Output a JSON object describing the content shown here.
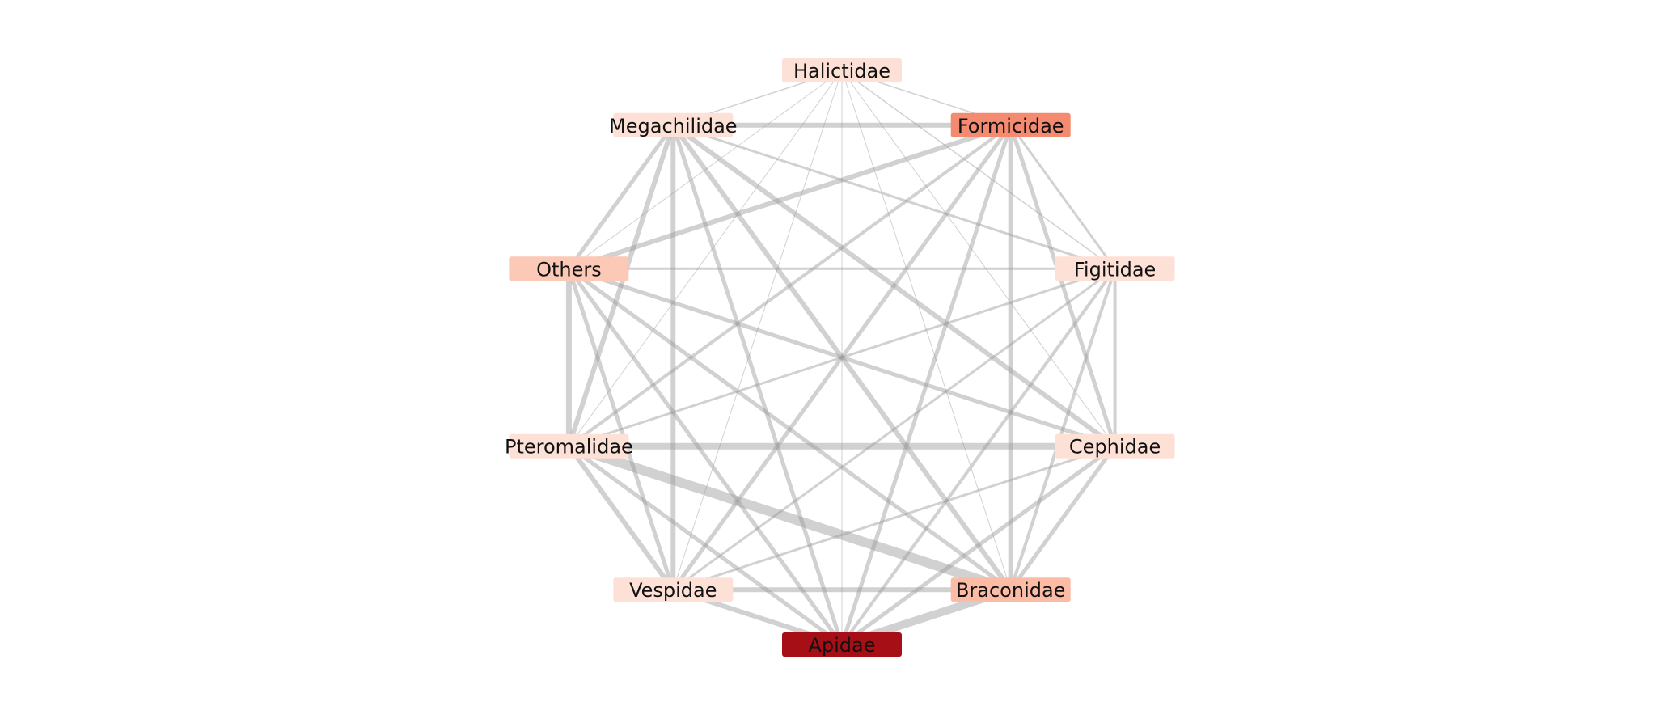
{
  "nodes": [
    {
      "id": "halictidae",
      "label": "Halictidae",
      "fill": "#fde0d6"
    },
    {
      "id": "formicidae",
      "label": "Formicidae",
      "fill": "#f48a70"
    },
    {
      "id": "figitidae",
      "label": "Figitidae",
      "fill": "#fde0d6"
    },
    {
      "id": "cephidae",
      "label": "Cephidae",
      "fill": "#fde0d6"
    },
    {
      "id": "braconidae",
      "label": "Braconidae",
      "fill": "#fbbba5"
    },
    {
      "id": "apidae",
      "label": "Apidae",
      "fill": "#a50f15"
    },
    {
      "id": "vespidae",
      "label": "Vespidae",
      "fill": "#fde0d6"
    },
    {
      "id": "pteromalidae",
      "label": "Pteromalidae",
      "fill": "#fde0d6"
    },
    {
      "id": "others",
      "label": "Others",
      "fill": "#fcc9b7"
    },
    {
      "id": "megachilidae",
      "label": "Megachilidae",
      "fill": "#fde0d6"
    }
  ],
  "edge_color": "#999999",
  "edges": [
    {
      "source": "halictidae",
      "target": "megachilidae",
      "weight": 1.5
    },
    {
      "source": "halictidae",
      "target": "formicidae",
      "weight": 1.5
    },
    {
      "source": "halictidae",
      "target": "others",
      "weight": 1
    },
    {
      "source": "halictidae",
      "target": "figitidae",
      "weight": 1.5
    },
    {
      "source": "halictidae",
      "target": "pteromalidae",
      "weight": 1
    },
    {
      "source": "halictidae",
      "target": "cephidae",
      "weight": 1
    },
    {
      "source": "halictidae",
      "target": "vespidae",
      "weight": 1
    },
    {
      "source": "halictidae",
      "target": "braconidae",
      "weight": 1
    },
    {
      "source": "halictidae",
      "target": "apidae",
      "weight": 1
    },
    {
      "source": "megachilidae",
      "target": "formicidae",
      "weight": 6
    },
    {
      "source": "megachilidae",
      "target": "others",
      "weight": 5
    },
    {
      "source": "megachilidae",
      "target": "pteromalidae",
      "weight": 6
    },
    {
      "source": "megachilidae",
      "target": "vespidae",
      "weight": 6
    },
    {
      "source": "megachilidae",
      "target": "apidae",
      "weight": 5
    },
    {
      "source": "megachilidae",
      "target": "braconidae",
      "weight": 6
    },
    {
      "source": "megachilidae",
      "target": "cephidae",
      "weight": 6
    },
    {
      "source": "megachilidae",
      "target": "figitidae",
      "weight": 3
    },
    {
      "source": "formicidae",
      "target": "figitidae",
      "weight": 3
    },
    {
      "source": "formicidae",
      "target": "cephidae",
      "weight": 5
    },
    {
      "source": "formicidae",
      "target": "braconidae",
      "weight": 6
    },
    {
      "source": "formicidae",
      "target": "apidae",
      "weight": 5
    },
    {
      "source": "formicidae",
      "target": "vespidae",
      "weight": 5
    },
    {
      "source": "formicidae",
      "target": "pteromalidae",
      "weight": 4
    },
    {
      "source": "formicidae",
      "target": "others",
      "weight": 6
    },
    {
      "source": "others",
      "target": "figitidae",
      "weight": 3
    },
    {
      "source": "others",
      "target": "pteromalidae",
      "weight": 7
    },
    {
      "source": "others",
      "target": "vespidae",
      "weight": 5
    },
    {
      "source": "others",
      "target": "apidae",
      "weight": 5
    },
    {
      "source": "others",
      "target": "braconidae",
      "weight": 5
    },
    {
      "source": "others",
      "target": "cephidae",
      "weight": 5
    },
    {
      "source": "figitidae",
      "target": "cephidae",
      "weight": 4
    },
    {
      "source": "figitidae",
      "target": "braconidae",
      "weight": 4
    },
    {
      "source": "figitidae",
      "target": "apidae",
      "weight": 4
    },
    {
      "source": "figitidae",
      "target": "vespidae",
      "weight": 3
    },
    {
      "source": "figitidae",
      "target": "pteromalidae",
      "weight": 3
    },
    {
      "source": "pteromalidae",
      "target": "cephidae",
      "weight": 8
    },
    {
      "source": "pteromalidae",
      "target": "vespidae",
      "weight": 6
    },
    {
      "source": "pteromalidae",
      "target": "apidae",
      "weight": 5
    },
    {
      "source": "pteromalidae",
      "target": "braconidae",
      "weight": 12
    },
    {
      "source": "cephidae",
      "target": "braconidae",
      "weight": 5
    },
    {
      "source": "cephidae",
      "target": "apidae",
      "weight": 5
    },
    {
      "source": "cephidae",
      "target": "vespidae",
      "weight": 3
    },
    {
      "source": "vespidae",
      "target": "apidae",
      "weight": 6
    },
    {
      "source": "vespidae",
      "target": "braconidae",
      "weight": 6
    },
    {
      "source": "braconidae",
      "target": "apidae",
      "weight": 10
    }
  ]
}
